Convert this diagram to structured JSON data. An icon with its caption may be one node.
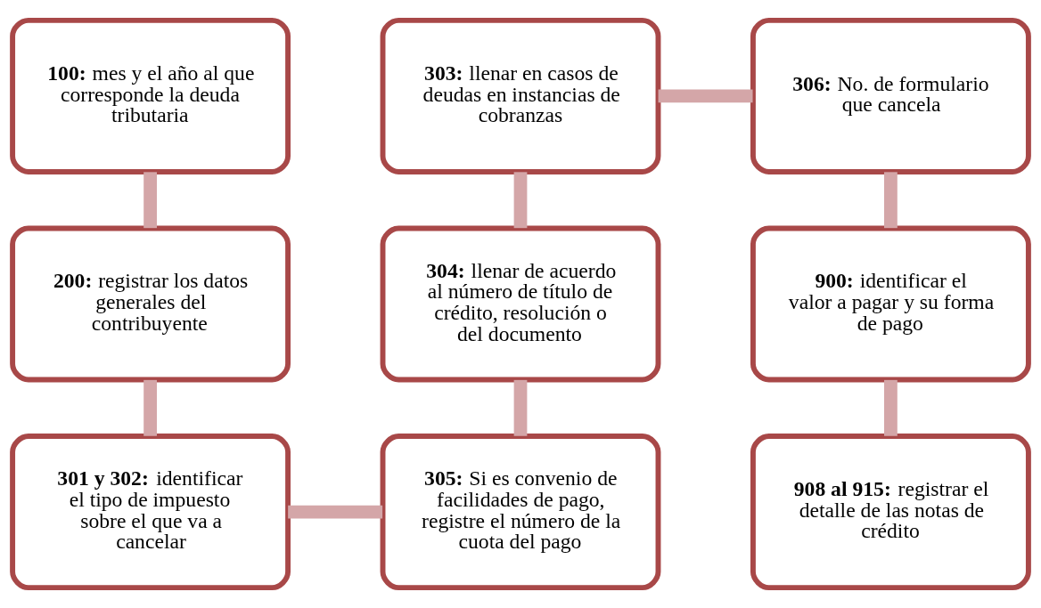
{
  "diagram": {
    "nodes": [
      {
        "text": [
          "**100:** mes y el año al que corresponde la deuda tributaria"
        ]
      },
      {
        "text": [
          "**200:** registrar los datos generales del contribuyente"
        ]
      },
      {
        "text": [
          "**301 y 302:** identificar el tipo de impuesto sobre el que va a cancelar"
        ]
      },
      {
        "text": [
          "**305:** Si es convenio de facilidades de pago, registre el número de la cuota del pago"
        ]
      },
      {
        "text": [
          "**304:** llenar de acuerdo al número de título de crédito, resolución o del documento"
        ]
      },
      {
        "text": [
          "**303:** llenar en casos de deudas en instancias de cobranzas"
        ]
      },
      {
        "text": [
          "**306:** No. de formulario que cancela"
        ]
      },
      {
        "text": [
          "**900:** identificar el valor a pagar y su forma de pago"
        ]
      },
      {
        "text": [
          "**908 al 915:** registrar el detalle de las notas de crédito"
        ]
      }
    ],
    "edges": [
      {
        "from": 0,
        "to": 1,
        "arrow": "none"
      },
      {
        "from": 1,
        "to": 2,
        "arrow": "none"
      },
      {
        "from": 2,
        "to": 3,
        "arrow": "none"
      },
      {
        "from": 3,
        "to": 4,
        "arrow": "none"
      },
      {
        "from": 4,
        "to": 5,
        "arrow": "none"
      },
      {
        "from": 5,
        "to": 6,
        "arrow": "none"
      },
      {
        "from": 6,
        "to": 7,
        "arrow": "none"
      },
      {
        "from": 7,
        "to": 8,
        "arrow": "none"
      }
    ]
  }
}
